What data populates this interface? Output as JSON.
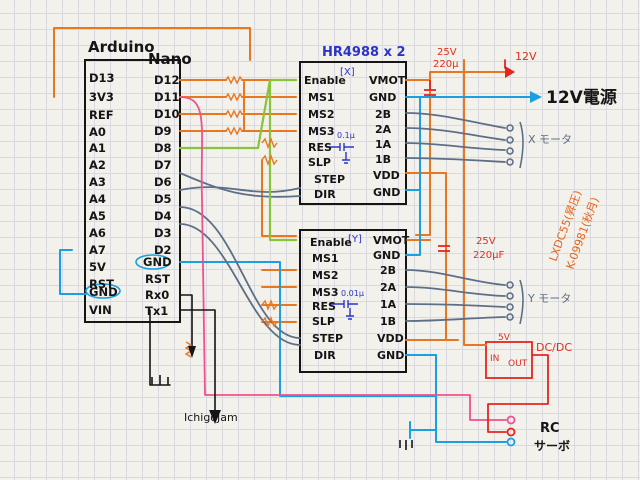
{
  "arduino": {
    "title": "Arduino",
    "subtitle": "Nano",
    "left_pins": [
      "D13",
      "3V3",
      "REF",
      "A0",
      "A1",
      "A2",
      "A3",
      "A4",
      "A5",
      "A6",
      "A7",
      "5V",
      "RST",
      "GND",
      "VIN"
    ],
    "right_pins": [
      "D12",
      "D11",
      "D10",
      "D9",
      "D8",
      "D7",
      "D6",
      "D5",
      "D4",
      "D3",
      "D2",
      "GND",
      "RST",
      "Rx0",
      "Tx1"
    ]
  },
  "driver_x": {
    "label": "[X]",
    "left_pins": [
      "Enable",
      "MS1",
      "MS2",
      "MS3",
      "RES",
      "SLP",
      "STEP",
      "DIR"
    ],
    "right_pins": [
      "VMOT",
      "GND",
      "2B",
      "2A",
      "1A",
      "1B",
      "VDD",
      "GND"
    ],
    "cap_label": "0.1μ"
  },
  "driver_y": {
    "label": "[Y]",
    "left_pins": [
      "Enable",
      "MS1",
      "MS2",
      "MS3",
      "RES",
      "SLP",
      "STEP",
      "DIR"
    ],
    "right_pins": [
      "VMOT",
      "GND",
      "2B",
      "2A",
      "1A",
      "1B",
      "VDD",
      "GND"
    ],
    "cap_label": "0.01μ"
  },
  "labels": {
    "driver_title": "HR4988 x 2",
    "cap1_v": "25V",
    "cap1_c": "220μ",
    "v12_line": "12V",
    "power": "12V電源",
    "cap2_v": "25V",
    "cap2_c": "220μF",
    "motor_x": "X モータ",
    "motor_y": "Y モータ",
    "dcdc_title": "LXDC55(昇圧)",
    "dcdc_part": "K-09981(秋月)",
    "dcdc_5v": "5V",
    "dcdc_label": "DC/DC",
    "dcdc_in": "IN",
    "dcdc_out": "OUT",
    "rc": "RC",
    "servo": "サーボ",
    "ichigojam": "IchigoJam"
  },
  "colors": {
    "orange": "#e87722",
    "blue": "#1aa0e0",
    "gray": "#5d6f86",
    "red": "#e5251e",
    "pink": "#f0508e",
    "green": "#86c43a",
    "ink": "#151515",
    "title_blue": "#2a35c8"
  }
}
